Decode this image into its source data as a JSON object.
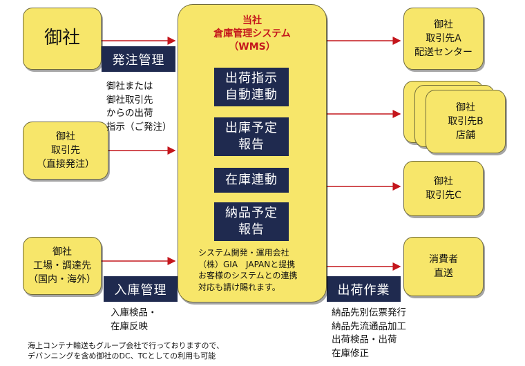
{
  "colors": {
    "box_fill": "#f7e66a",
    "label_fill": "#1f2a4f",
    "arrow": "#c4161c",
    "wms_title": "#c4161c"
  },
  "left": {
    "ours": "御社",
    "client": "御社\n取引先\n（直接発注）",
    "factory": "御社\n工場・調達先\n（国内・海外）"
  },
  "wms": {
    "title": "当社\n倉庫管理システム\n（WMS）",
    "functions": [
      "出荷指示\n自動連動",
      "出庫予定\n報告",
      "在庫連動",
      "納品予定\n報告"
    ],
    "note": "システム開発・運用会社\n（株）GIA　JAPANと提携\nお客様のシステムとの連携\n対応も請け賜れます。"
  },
  "right": {
    "dest_a": "御社\n取引先A\n配送センター",
    "dest_b": "御社\n取引先B\n店舗",
    "dest_c": "御社\n取引先C",
    "consumer": "消費者\n直送"
  },
  "labels": {
    "order": "発注管理",
    "receiving": "入庫管理",
    "shipping": "出荷作業"
  },
  "texts": {
    "order_desc": "御社または\n御社取引先\nからの出荷\n指示（ご発注）",
    "receiving_desc": "入庫検品・\n在庫反映",
    "shipping_desc": "納品先別伝票発行\n納品先流通品加工\n出荷検品・出荷\n在庫修正",
    "footnote": "海上コンテナ輸送もグループ会社で行っておりますので、\nデバンニングを含め御社のDC、TCとしての利用も可能"
  }
}
